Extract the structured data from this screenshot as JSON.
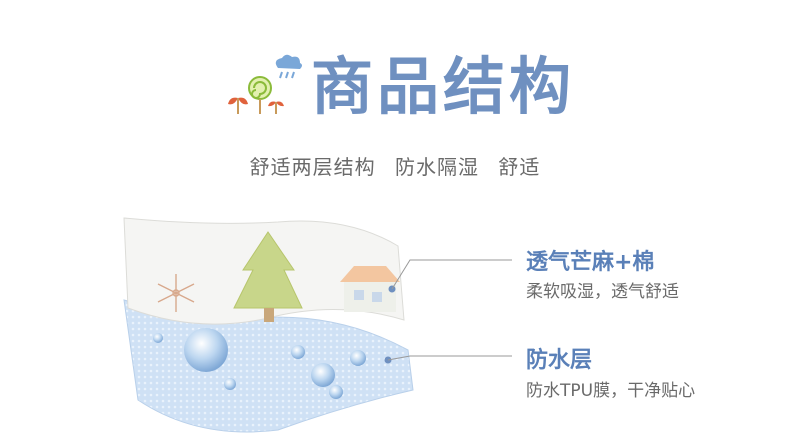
{
  "header": {
    "title": "商品结构",
    "subtitle": [
      "舒适两层结构",
      "防水隔湿",
      "舒适"
    ]
  },
  "layers": [
    {
      "name": "透气芒麻+棉",
      "desc": "柔软吸湿，透气舒适"
    },
    {
      "name": "防水层",
      "desc": "防水TPU膜，干净贴心"
    }
  ],
  "colors": {
    "accent": "#6f90c0",
    "label": "#5a80b8",
    "text": "#6a6a6a"
  }
}
